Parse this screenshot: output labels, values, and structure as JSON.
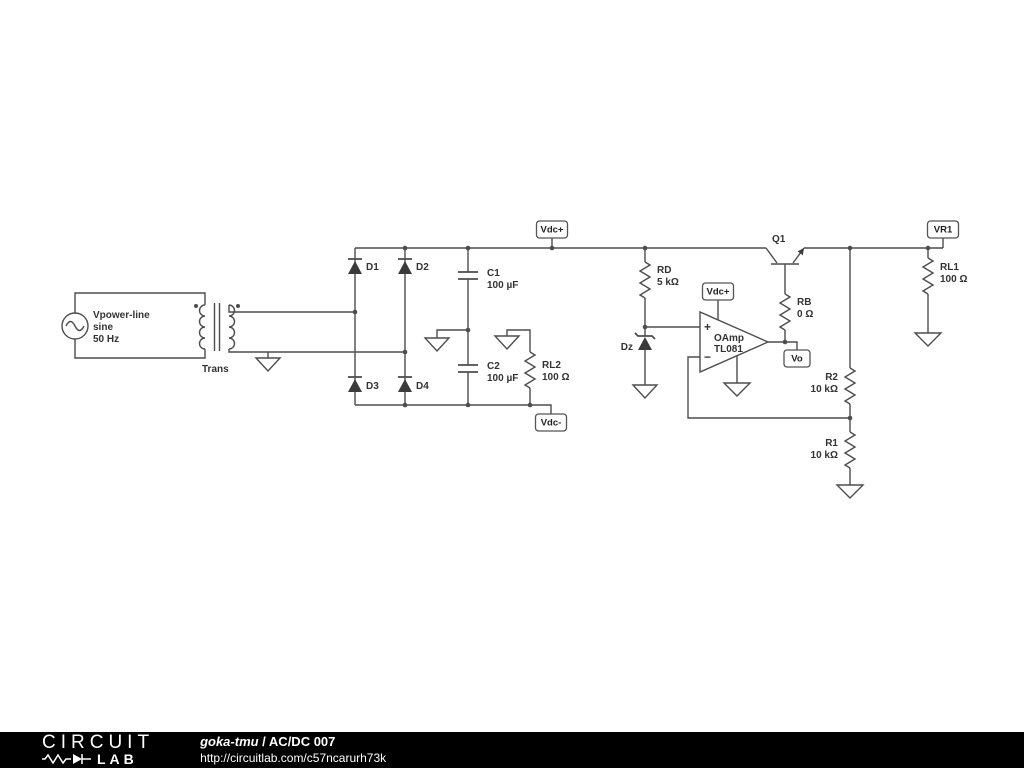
{
  "colors": {
    "wire": "#4d4d4d",
    "label": "#333333",
    "footer_bg": "#000000",
    "flag_border": "#555555"
  },
  "components": {
    "vsource": {
      "name": "Vpower-line",
      "wave": "sine",
      "freq": "50 Hz"
    },
    "transformer": {
      "label": "Trans"
    },
    "d1": {
      "label": "D1"
    },
    "d2": {
      "label": "D2"
    },
    "d3": {
      "label": "D3"
    },
    "d4": {
      "label": "D4"
    },
    "c1": {
      "name": "C1",
      "value": "100 µF"
    },
    "c2": {
      "name": "C2",
      "value": "100 µF"
    },
    "rl2": {
      "name": "RL2",
      "value": "100 Ω"
    },
    "rd": {
      "name": "RD",
      "value": "5 kΩ"
    },
    "dz": {
      "label": "Dz"
    },
    "opamp": {
      "name": "OAmp",
      "value": "TL081",
      "plus": "+",
      "minus": "−"
    },
    "q1": {
      "label": "Q1"
    },
    "rb": {
      "name": "RB",
      "value": "0 Ω"
    },
    "r2": {
      "name": "R2",
      "value": "10 kΩ"
    },
    "r1": {
      "name": "R1",
      "value": "10 kΩ"
    },
    "rl1": {
      "name": "RL1",
      "value": "100 Ω"
    }
  },
  "flags": {
    "vdc_plus": "Vdc+",
    "vdc_plus_opamp": "Vdc+",
    "vdc_minus": "Vdc-",
    "vo": "Vo",
    "vr1": "VR1"
  },
  "footer": {
    "logo_top": "CIRCUIT",
    "logo_bottom": "LAB",
    "user": "goka-tmu",
    "separator": " / ",
    "title": "AC/DC 007",
    "url": "http://circuitlab.com/c57ncarurh73k"
  }
}
